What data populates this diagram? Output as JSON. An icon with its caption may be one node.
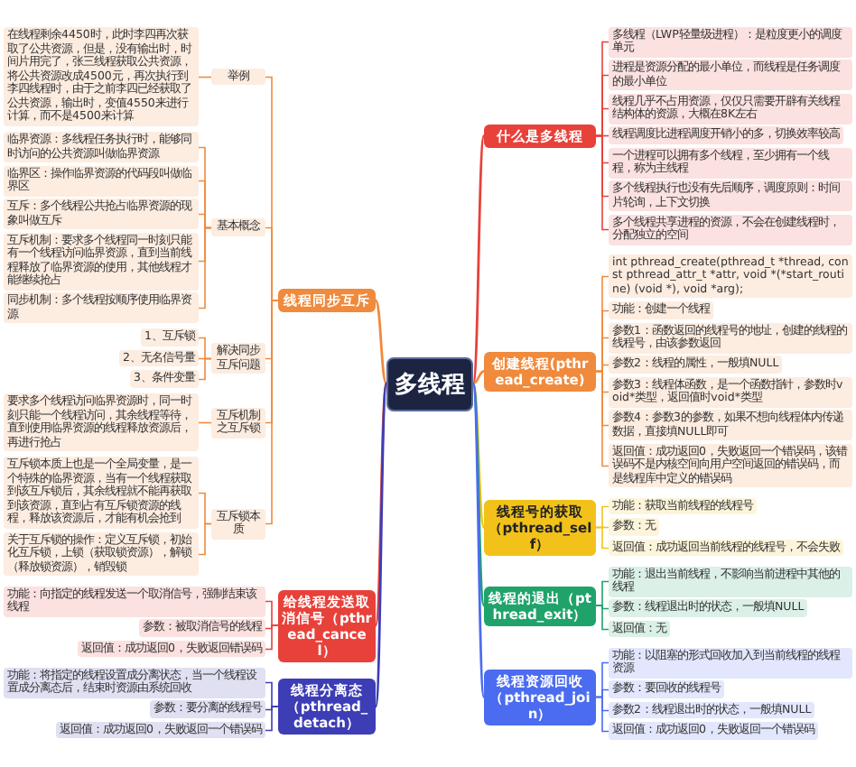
{
  "diagram": {
    "nodes": [
      {
        "text": [
          "多线程"
        ]
      },
      {
        "text": [
          "什么是多线程"
        ]
      },
      {
        "text": [
          "多线程（LWP轻量级进程）：是粒度更小的调度单元"
        ]
      },
      {
        "text": [
          "进程是资源分配的最小单位，而线程是任务调度的最小单位"
        ]
      },
      {
        "text": [
          "线程几乎不占用资源，仅仅只需要开辟有关线程结构体的资源，大概在8K左右"
        ]
      },
      {
        "text": [
          "线程调度比进程调度开销小的多，切换效率较高"
        ]
      },
      {
        "text": [
          "一个进程可以拥有多个线程，至少拥有一个线程，称为主线程"
        ]
      },
      {
        "text": [
          "多个线程执行也没有先后顺序，调度原则：时间片轮询，上下文切换"
        ]
      },
      {
        "text": [
          "多个线程共享进程的资源，不会在创建线程时，分配独立的空间"
        ]
      },
      {
        "text": [
          "创建线程(pthread_create)"
        ]
      },
      {
        "text": [
          "int pthread_create(pthread_t *thread, const pthread_attr_t *attr, void *(*start_routine) (void *), void *arg);"
        ]
      },
      {
        "text": [
          "功能：创建一个线程"
        ]
      },
      {
        "text": [
          "参数1：函数返回的线程号的地址，创建的线程的线程号，由该参数返回"
        ]
      },
      {
        "text": [
          "参数2：线程的属性，一般填NULL"
        ]
      },
      {
        "text": [
          "参数3：线程体函数，是一个函数指针，参数时void*类型，返回值时void*类型"
        ]
      },
      {
        "text": [
          "参数4：参数3的参数，如果不想向线程体内传递数据，直接填NULL即可"
        ]
      },
      {
        "text": [
          "返回值：成功返回0，失败返回一个错误码，该错误码不是内核空间向用户空间返回的错误码，而是线程库中定义的错误码"
        ]
      },
      {
        "text": [
          "线程号的获取（pthread_self）"
        ]
      },
      {
        "text": [
          "功能：获取当前线程的线程号"
        ]
      },
      {
        "text": [
          "参数：无"
        ]
      },
      {
        "text": [
          "返回值：成功返回当前线程的线程号，不会失败"
        ]
      },
      {
        "text": [
          "线程的退出（pthread_exit）"
        ]
      },
      {
        "text": [
          "功能：退出当前线程，不影响当前进程中其他的线程"
        ]
      },
      {
        "text": [
          "参数：线程退出时的状态，一般填NULL"
        ]
      },
      {
        "text": [
          "返回值：无"
        ]
      },
      {
        "text": [
          "线程资源回收（pthread_join）"
        ]
      },
      {
        "text": [
          "功能：以阻塞的形式回收加入到当前线程的线程资源"
        ]
      },
      {
        "text": [
          "参数：要回收的线程号"
        ]
      },
      {
        "text": [
          "参数2：线程退出时的状态，一般填NULL"
        ]
      },
      {
        "text": [
          "返回值：成功返回0，失败返回一个错误码"
        ]
      },
      {
        "text": [
          "线程同步互斥"
        ]
      },
      {
        "text": [
          "举例"
        ]
      },
      {
        "text": [
          "在线程剩余4450时，此时李四再次获取了公共资源，但是，没有输出时，时间片用完了，张三线程获取公共资源，将公共资源改成4500元，再次执行到李四线程时，由于之前李四已经获取了公共资源，输出时，变值4550来进行计算，而不是4500来计算"
        ]
      },
      {
        "text": [
          "基本概念"
        ]
      },
      {
        "text": [
          "临界资源：多线程任务执行时，能够同时访问的公共资源叫做临界资源"
        ]
      },
      {
        "text": [
          "临界区：操作临界资源的代码段叫做临界区"
        ]
      },
      {
        "text": [
          "互斥：多个线程公共抢占临界资源的现象叫做互斥"
        ]
      },
      {
        "text": [
          "互斥机制：要求多个线程同一时刻只能有一个线程访问临界资源，直到当前线程释放了临界资源的使用，其他线程才能继续抢占"
        ]
      },
      {
        "text": [
          "同步机制：多个线程按顺序使用临界资源"
        ]
      },
      {
        "text": [
          "解决同步互斥问题"
        ]
      },
      {
        "text": [
          "1、互斥锁"
        ]
      },
      {
        "text": [
          "2、无名信号量"
        ]
      },
      {
        "text": [
          "3、条件变量"
        ]
      },
      {
        "text": [
          "互斥机制之互斥锁"
        ]
      },
      {
        "text": [
          "要求多个线程访问临界资源时，同一时刻只能一个线程访问，其余线程等待，直到使用临界资源的线程释放资源后，再进行抢占"
        ]
      },
      {
        "text": [
          "互斥锁本质"
        ]
      },
      {
        "text": [
          "互斥锁本质上也是一个全局变量，是一个特殊的临界资源，当有一个线程获取到该互斥锁后，其余线程就不能再获取到该资源，直到占有互斥锁资源的线程，释放该资源后，才能有机会抢到"
        ]
      },
      {
        "text": [
          "关于互斥锁的操作：定义互斥锁，初始化互斥锁，上锁（获取锁资源），解锁（释放锁资源），销毁锁"
        ]
      },
      {
        "text": [
          "给线程发送取消信号（pthread_cancel）"
        ]
      },
      {
        "text": [
          "功能：向指定的线程发送一个取消信号，强制结束该线程"
        ]
      },
      {
        "text": [
          "参数：被取消信号的线程"
        ]
      },
      {
        "text": [
          "返回值：成功返回0，失败返回错误码"
        ]
      },
      {
        "text": [
          "线程分离态（pthread_detach）"
        ]
      },
      {
        "text": [
          "功能：将指定的线程设置成分离状态，当一个线程设置成分离态后，结束时资源由系统回收"
        ]
      },
      {
        "text": [
          "参数：要分离的线程号"
        ]
      },
      {
        "text": [
          "返回值：成功返回0，失败返回一个错误码"
        ]
      }
    ],
    "edges": [
      {
        "from": 0,
        "to": 1,
        "arrow": "none",
        "color": "#e8413a"
      },
      {
        "from": 1,
        "to": 2,
        "arrow": "none",
        "color": "#e8413a"
      },
      {
        "from": 1,
        "to": 3,
        "arrow": "none",
        "color": "#e8413a"
      },
      {
        "from": 1,
        "to": 4,
        "arrow": "none",
        "color": "#e8413a"
      },
      {
        "from": 1,
        "to": 5,
        "arrow": "none",
        "color": "#e8413a"
      },
      {
        "from": 1,
        "to": 6,
        "arrow": "none",
        "color": "#e8413a"
      },
      {
        "from": 1,
        "to": 7,
        "arrow": "none",
        "color": "#e8413a"
      },
      {
        "from": 1,
        "to": 8,
        "arrow": "none",
        "color": "#e8413a"
      },
      {
        "from": 0,
        "to": 9,
        "arrow": "none",
        "color": "#f08a3c"
      },
      {
        "from": 9,
        "to": 10,
        "arrow": "none",
        "color": "#f08a3c"
      },
      {
        "from": 9,
        "to": 11,
        "arrow": "none",
        "color": "#f08a3c"
      },
      {
        "from": 9,
        "to": 12,
        "arrow": "none",
        "color": "#f08a3c"
      },
      {
        "from": 9,
        "to": 13,
        "arrow": "none",
        "color": "#f08a3c"
      },
      {
        "from": 9,
        "to": 14,
        "arrow": "none",
        "color": "#f08a3c"
      },
      {
        "from": 9,
        "to": 15,
        "arrow": "none",
        "color": "#f08a3c"
      },
      {
        "from": 9,
        "to": 16,
        "arrow": "none",
        "color": "#f08a3c"
      },
      {
        "from": 0,
        "to": 17,
        "arrow": "none",
        "color": "#f2c21b"
      },
      {
        "from": 17,
        "to": 18,
        "arrow": "none",
        "color": "#f2c21b"
      },
      {
        "from": 17,
        "to": 19,
        "arrow": "none",
        "color": "#f2c21b"
      },
      {
        "from": 17,
        "to": 20,
        "arrow": "none",
        "color": "#f2c21b"
      },
      {
        "from": 0,
        "to": 21,
        "arrow": "none",
        "color": "#1fa36b"
      },
      {
        "from": 21,
        "to": 22,
        "arrow": "none",
        "color": "#1fa36b"
      },
      {
        "from": 21,
        "to": 23,
        "arrow": "none",
        "color": "#1fa36b"
      },
      {
        "from": 21,
        "to": 24,
        "arrow": "none",
        "color": "#1fa36b"
      },
      {
        "from": 0,
        "to": 25,
        "arrow": "none",
        "color": "#4b6cf0"
      },
      {
        "from": 25,
        "to": 26,
        "arrow": "none",
        "color": "#4b6cf0"
      },
      {
        "from": 25,
        "to": 27,
        "arrow": "none",
        "color": "#4b6cf0"
      },
      {
        "from": 25,
        "to": 28,
        "arrow": "none",
        "color": "#4b6cf0"
      },
      {
        "from": 25,
        "to": 29,
        "arrow": "none",
        "color": "#4b6cf0"
      },
      {
        "from": 0,
        "to": 30,
        "arrow": "none",
        "color": "#f08a3c"
      },
      {
        "from": 30,
        "to": 31,
        "arrow": "none",
        "color": "#f08a3c"
      },
      {
        "from": 31,
        "to": 32,
        "arrow": "none",
        "color": "#f08a3c"
      },
      {
        "from": 30,
        "to": 33,
        "arrow": "none",
        "color": "#f08a3c"
      },
      {
        "from": 33,
        "to": 34,
        "arrow": "none",
        "color": "#f08a3c"
      },
      {
        "from": 33,
        "to": 35,
        "arrow": "none",
        "color": "#f08a3c"
      },
      {
        "from": 33,
        "to": 36,
        "arrow": "none",
        "color": "#f08a3c"
      },
      {
        "from": 33,
        "to": 37,
        "arrow": "none",
        "color": "#f08a3c"
      },
      {
        "from": 33,
        "to": 38,
        "arrow": "none",
        "color": "#f08a3c"
      },
      {
        "from": 30,
        "to": 39,
        "arrow": "none",
        "color": "#f08a3c"
      },
      {
        "from": 39,
        "to": 40,
        "arrow": "none",
        "color": "#f08a3c"
      },
      {
        "from": 39,
        "to": 41,
        "arrow": "none",
        "color": "#f08a3c"
      },
      {
        "from": 39,
        "to": 42,
        "arrow": "none",
        "color": "#f08a3c"
      },
      {
        "from": 30,
        "to": 43,
        "arrow": "none",
        "color": "#f08a3c"
      },
      {
        "from": 43,
        "to": 44,
        "arrow": "none",
        "color": "#f08a3c"
      },
      {
        "from": 30,
        "to": 45,
        "arrow": "none",
        "color": "#f08a3c"
      },
      {
        "from": 45,
        "to": 46,
        "arrow": "none",
        "color": "#f08a3c"
      },
      {
        "from": 45,
        "to": 47,
        "arrow": "none",
        "color": "#f08a3c"
      },
      {
        "from": 0,
        "to": 48,
        "arrow": "none",
        "color": "#e8413a"
      },
      {
        "from": 48,
        "to": 49,
        "arrow": "none",
        "color": "#e8413a"
      },
      {
        "from": 48,
        "to": 50,
        "arrow": "none",
        "color": "#e8413a"
      },
      {
        "from": 48,
        "to": 51,
        "arrow": "none",
        "color": "#e8413a"
      },
      {
        "from": 0,
        "to": 52,
        "arrow": "none",
        "color": "#3d3db5"
      },
      {
        "from": 52,
        "to": 53,
        "arrow": "none",
        "color": "#3d3db5"
      },
      {
        "from": 52,
        "to": 54,
        "arrow": "none",
        "color": "#3d3db5"
      },
      {
        "from": 52,
        "to": 55,
        "arrow": "none",
        "color": "#3d3db5"
      }
    ]
  }
}
